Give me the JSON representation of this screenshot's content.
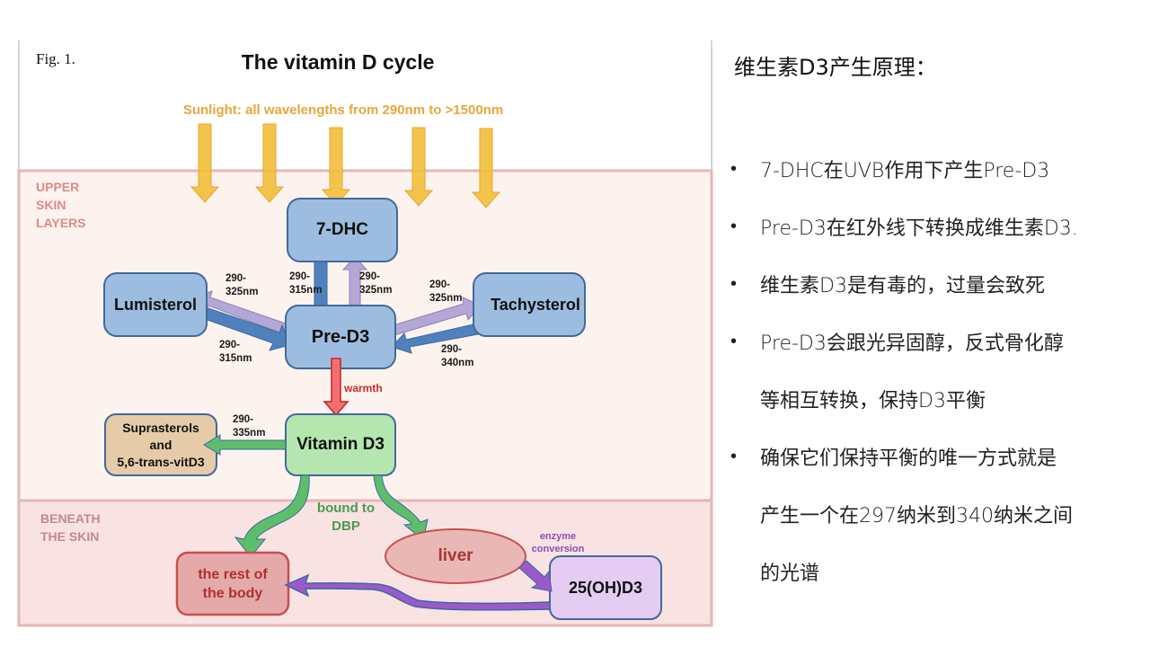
{
  "figure": {
    "label": "Fig. 1.",
    "title": "The vitamin D cycle",
    "sunlight_text": "Sunlight: all wavelengths from 290nm to >1500nm",
    "zones": {
      "upper": [
        "UPPER",
        "SKIN",
        "LAYERS"
      ],
      "beneath": [
        "BENEATH",
        "THE SKIN"
      ]
    },
    "nodes": {
      "dhc": "7-DHC",
      "lumisterol": "Lumisterol",
      "tachysterol": "Tachysterol",
      "pred3": "Pre-D3",
      "vitd3": "Vitamin D3",
      "suprasterols": [
        "Suprasterols",
        "and",
        "5,6-trans-vitD3"
      ],
      "liver": "liver",
      "rest_of_body": [
        "the rest of",
        "the body"
      ],
      "ohd3": "25(OH)D3"
    },
    "labels": {
      "dhc_to_pre": [
        "290-",
        "315nm"
      ],
      "pre_to_dhc": [
        "290-",
        "325nm"
      ],
      "pre_to_lumi": [
        "290-",
        "325nm"
      ],
      "lumi_to_pre": [
        "290-",
        "315nm"
      ],
      "pre_to_tachy": [
        "290-",
        "325nm"
      ],
      "tachy_to_pre": [
        "290-",
        "340nm"
      ],
      "warmth": "warmth",
      "vitd3_to_supra": [
        "290-",
        "335nm"
      ],
      "bound_to_dbp": [
        "bound to",
        "DBP"
      ],
      "enzyme_conversion": [
        "enzyme",
        "conversion"
      ]
    },
    "colors": {
      "sun_arrow": "#f2bf3d",
      "blue_node": "#9dbde0",
      "blue_arrow": "#4f81bd",
      "lavender_arrow": "#b4a7d6",
      "green_node": "#b6e6b0",
      "green_arrow": "#5ebd6a",
      "red_arrow": "#e83c3c",
      "purple_arrow": "#9b59c9",
      "upper_zone": "#fdf3ee",
      "beneath_zone": "#f8e3e2",
      "zone_border": "#e6b6b6"
    }
  },
  "panel": {
    "heading": "维生素D3产生原理：",
    "bullets": [
      {
        "lines": [
          "7-DHC在UVB作用下产生Pre-D3"
        ]
      },
      {
        "lines": [
          "Pre-D3在红外线下转换成维生素D3."
        ]
      },
      {
        "lines": [
          "维生素D3是有毒的，过量会致死"
        ]
      },
      {
        "lines": [
          "Pre-D3会跟光异固醇，反式骨化醇",
          "等相互转换，保持D3平衡"
        ]
      },
      {
        "lines": [
          "确保它们保持平衡的唯一方式就是",
          "产生一个在297纳米到340纳米之间",
          "的光谱"
        ]
      }
    ],
    "bullet_symbol": "•"
  }
}
